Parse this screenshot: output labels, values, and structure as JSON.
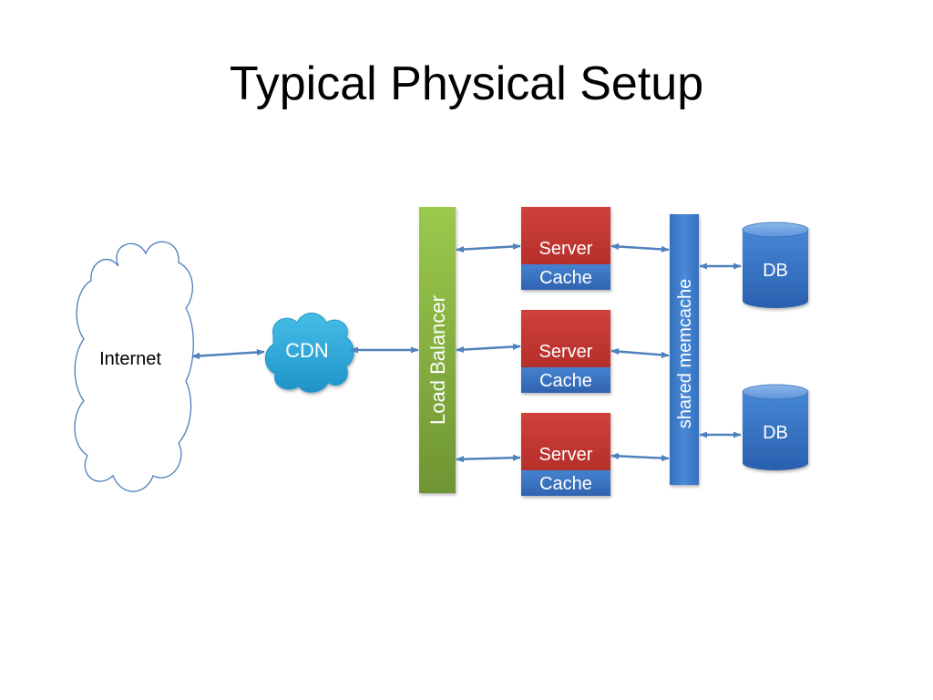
{
  "slide": {
    "title": "Typical Physical Setup"
  },
  "diagram": {
    "internet_label": "Internet",
    "cdn_label": "CDN",
    "load_balancer_label": "Load Balancer",
    "servers": [
      {
        "server_label": "Server",
        "cache_label": "Cache"
      },
      {
        "server_label": "Server",
        "cache_label": "Cache"
      },
      {
        "server_label": "Server",
        "cache_label": "Cache"
      }
    ],
    "shared_memcache_label": "shared memcache",
    "databases": [
      {
        "label": "DB"
      },
      {
        "label": "DB"
      }
    ]
  },
  "colors": {
    "arrow": "#4F81BD",
    "load_balancer": "#8DB641",
    "server": "#C0504D",
    "cache": "#3A75C4",
    "memcache": "#3F7DC6",
    "db": "#3A78C6",
    "cdn": "#2FA8D8",
    "cloud_stroke": "#4A7EBB"
  }
}
